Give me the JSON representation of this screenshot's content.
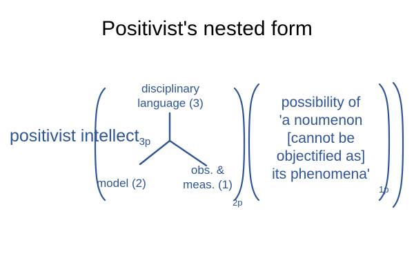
{
  "slide": {
    "title": "Positivist's nested form",
    "title_color": "#000000",
    "accent_color": "#2F5597",
    "background_color": "#FFFFFF"
  },
  "diagram": {
    "type": "nested-parenthesis-form",
    "outer": {
      "label": "positivist intellect",
      "subscript": "3p",
      "name": "level-3-positivist-intellect"
    },
    "middle": {
      "subscript": "2p",
      "name": "level-2-disciplinary-group",
      "tree": {
        "root": {
          "line1": "disciplinary",
          "line2": "language (3)",
          "name": "node-disciplinary-language"
        },
        "children": [
          {
            "line1": "model (2)",
            "line2": "",
            "name": "node-model"
          },
          {
            "line1": "obs. &",
            "line2": "meas. (1)",
            "name": "node-obs-meas"
          }
        ]
      }
    },
    "inner": {
      "subscript": "1p",
      "name": "level-1-noumenon-group",
      "lines": [
        "possibility of",
        "'a noumenon",
        "[cannot be",
        "objectified as]",
        "its phenomena'"
      ]
    }
  }
}
